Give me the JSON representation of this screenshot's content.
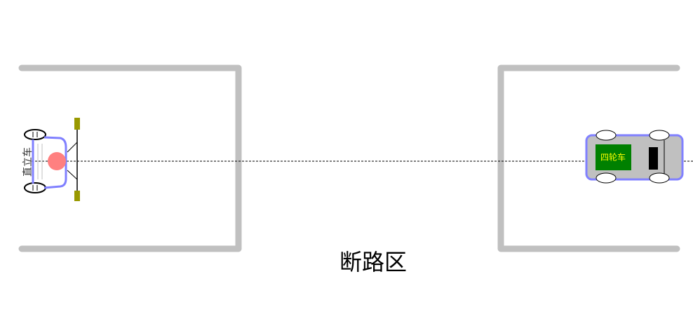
{
  "zone_label": "断路区",
  "left_vehicle": {
    "label": "直立车"
  },
  "right_vehicle": {
    "label": "四轮车"
  },
  "colors": {
    "wall": "#c0c0c0",
    "vehicle_outline": "#8080ff",
    "ball": "#ff8080",
    "panel": "#008000",
    "panel_text": "#ffff00",
    "marker": "#999900"
  }
}
